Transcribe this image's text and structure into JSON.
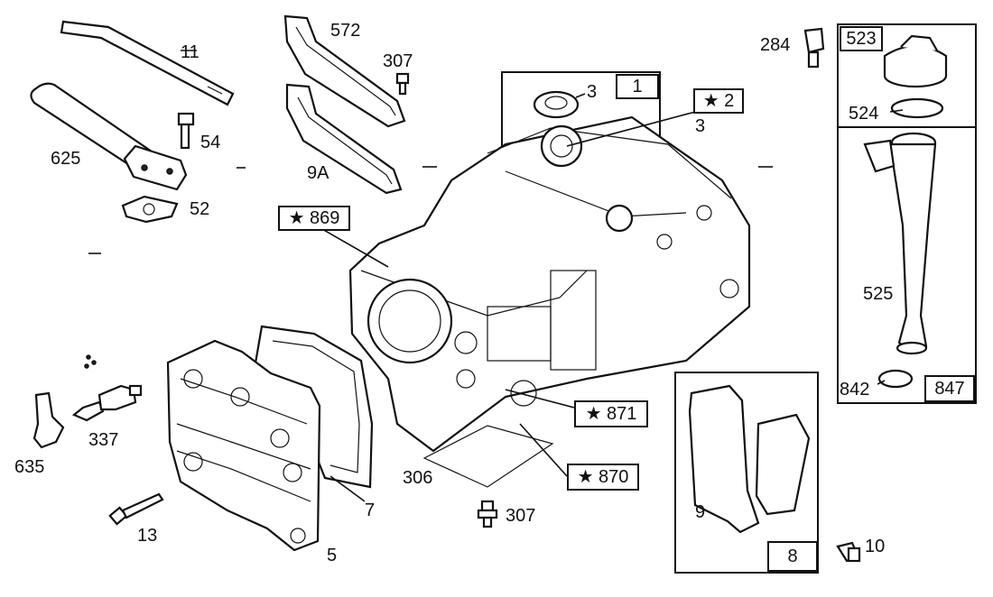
{
  "labels": {
    "l11": "11",
    "l625": "625",
    "l54": "54",
    "l52": "52",
    "l572": "572",
    "l307a": "307",
    "l9A": "9A",
    "l3a": "3",
    "l1": "1",
    "l2": "★ 2",
    "l3b": "3",
    "l284": "284",
    "l523": "523",
    "l524": "524",
    "l869": "★ 869",
    "l525": "525",
    "l842": "842",
    "l847": "847",
    "l871": "★ 871",
    "l870": "★ 870",
    "l306": "306",
    "l307b": "307",
    "l9": "9",
    "l8": "8",
    "l10": "10",
    "l635": "635",
    "l337": "337",
    "l13": "13",
    "l7": "7",
    "l5": "5"
  }
}
